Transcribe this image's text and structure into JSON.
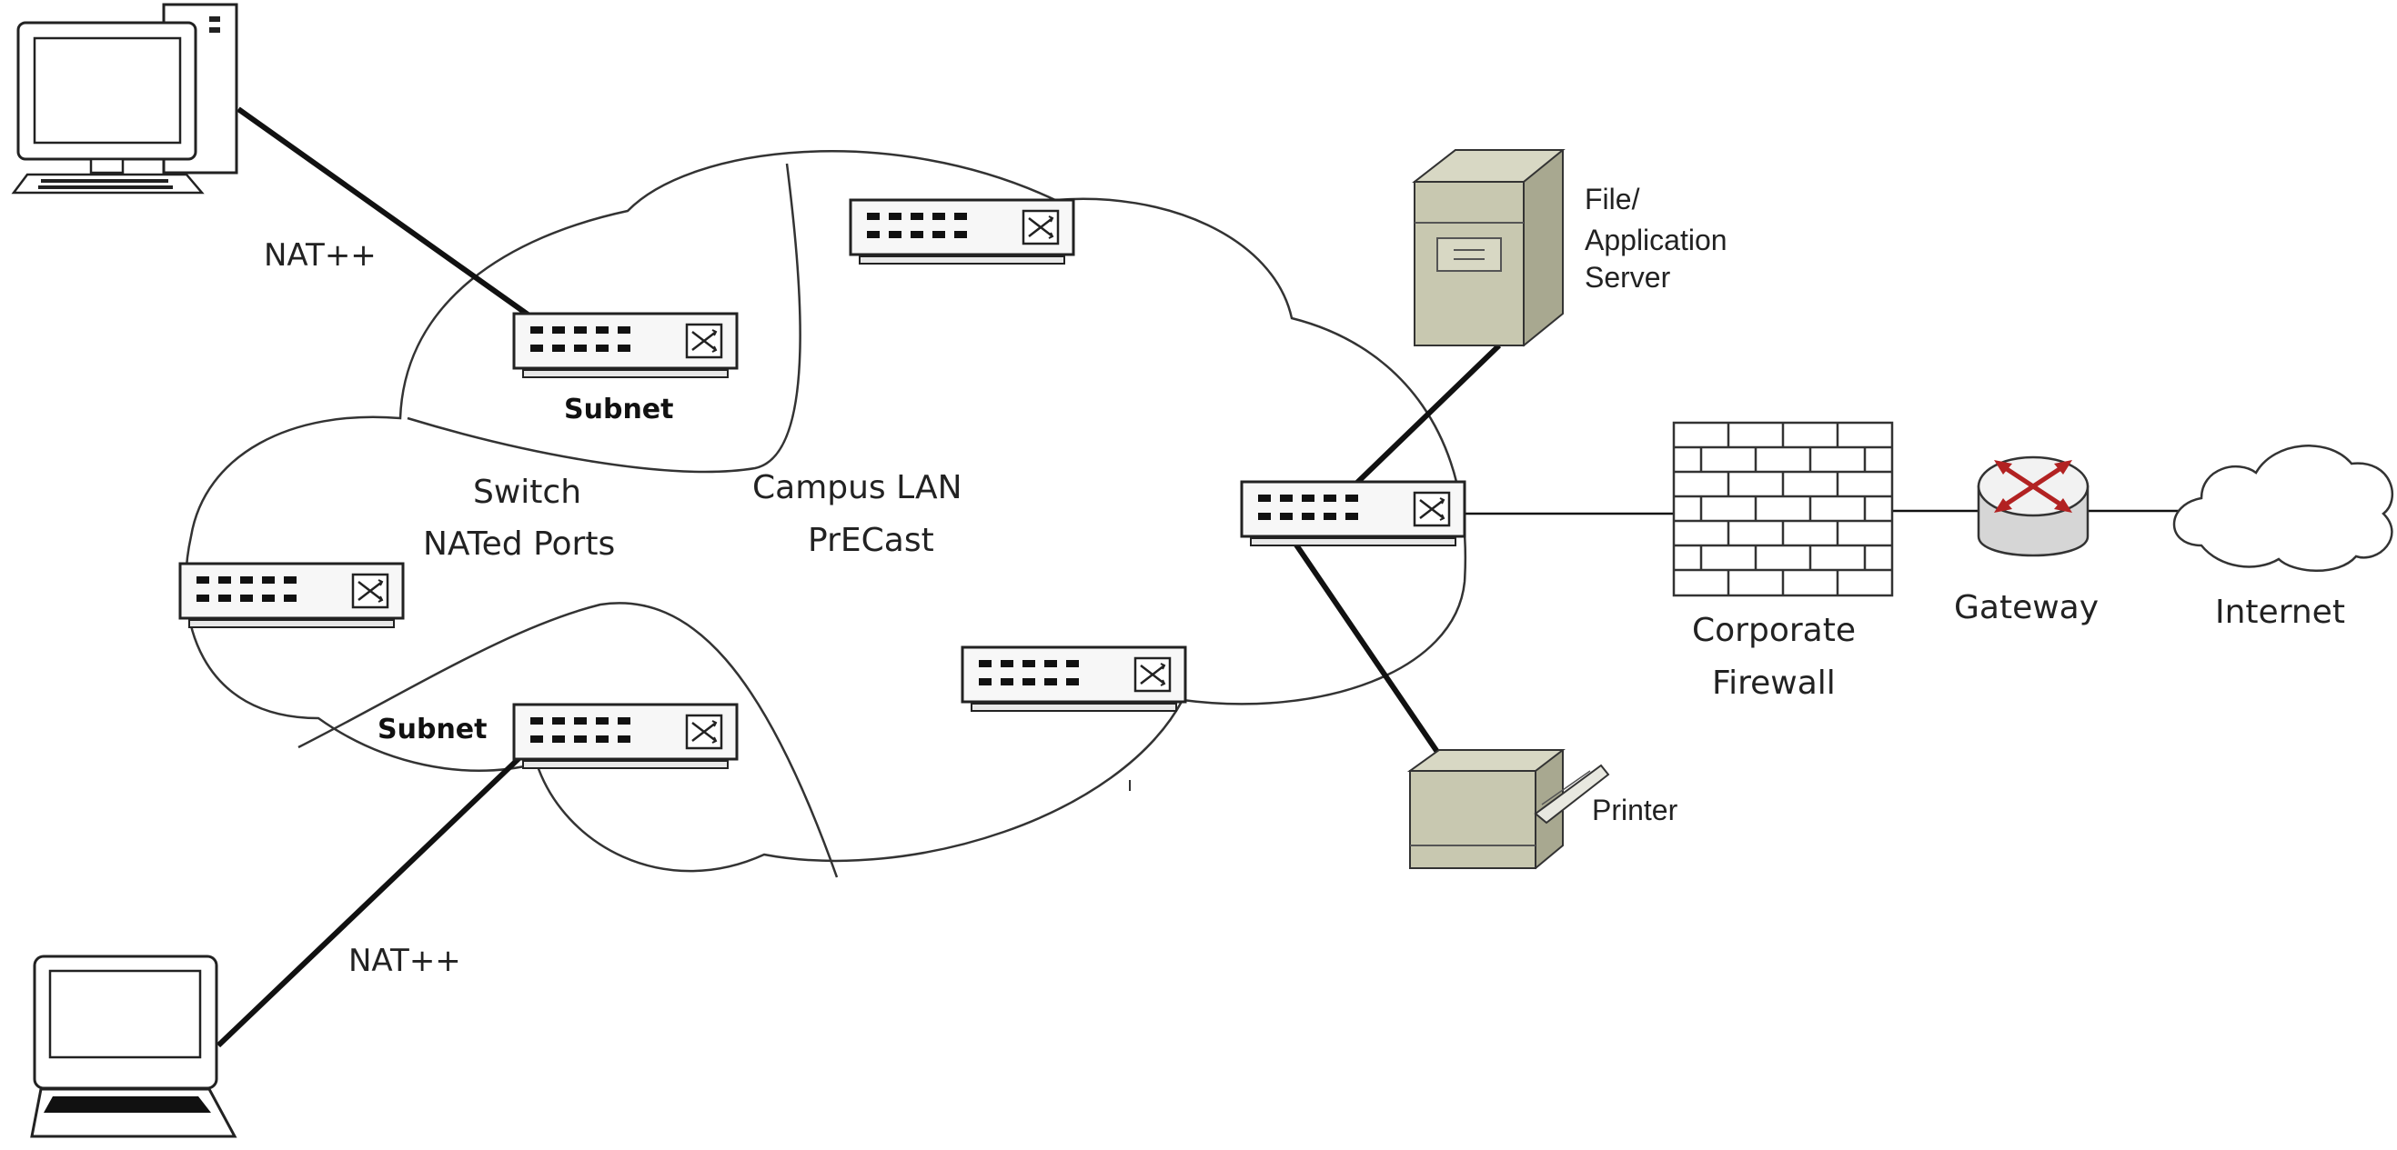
{
  "labels": {
    "nat_top": "NAT++",
    "nat_bottom": "NAT++",
    "subnet_top": "Subnet",
    "subnet_bottom": "Subnet",
    "switch_line1": "Switch",
    "switch_line2": "NATed Ports",
    "campus_line1": "Campus LAN",
    "campus_line2": "PrECast",
    "server_line1": "File/",
    "server_line2": "Application",
    "server_line3": "Server",
    "printer": "Printer",
    "firewall_line1": "Corporate",
    "firewall_line2": "Firewall",
    "gateway": "Gateway",
    "internet": "Internet"
  },
  "icons": {
    "desktop": "desktop-computer-icon",
    "laptop": "laptop-icon",
    "switch": "network-switch-icon",
    "server": "server-tower-icon",
    "printer": "printer-icon",
    "firewall": "brick-firewall-icon",
    "router": "router-icon",
    "cloud": "internet-cloud-icon"
  },
  "colors": {
    "device_fill": "#c8c8b0",
    "router_arrows": "#b22222",
    "line": "#111111"
  }
}
